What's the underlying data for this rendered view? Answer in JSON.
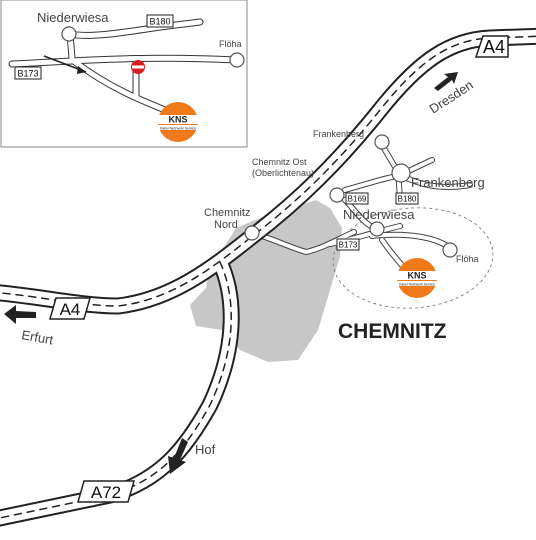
{
  "inset": {
    "places": {
      "niederwiesa": "Niederwiesa",
      "floeha": "Flöha"
    },
    "road_signs": {
      "b180": "B180",
      "b173": "B173"
    }
  },
  "main": {
    "places": {
      "frankenberg_exit": "Frankenberg",
      "frankenberg_town": "Frankenberg",
      "chemnitz_ost_line1": "Chemnitz Ost",
      "chemnitz_ost_line2": "(Oberlichtenau)",
      "chemnitz_nord_line1": "Chemnitz",
      "chemnitz_nord_line2": "Nord",
      "niederwiesa": "Niederwiesa",
      "floeha": "Flöha",
      "city": "CHEMNITZ"
    },
    "road_signs": {
      "b169": "B169",
      "b180": "B180",
      "b173": "B173"
    },
    "motorways": {
      "a4_east": "A4",
      "a4_west": "A4",
      "a72": "A72"
    },
    "directions": {
      "dresden": "Dresden",
      "erfurt": "Erfurt",
      "hof": "Hof"
    }
  },
  "logo": {
    "name": "KNS",
    "tagline": "Kabel Netzwerk Service"
  },
  "colors": {
    "logo_orange": "#f07a1a",
    "city_fill": "#c7c7c7",
    "road_stroke": "#222222",
    "no_entry_red": "#d62020"
  },
  "icons": {
    "no_entry": "no-entry-sign-icon",
    "arrow": "direction-arrow-icon"
  }
}
